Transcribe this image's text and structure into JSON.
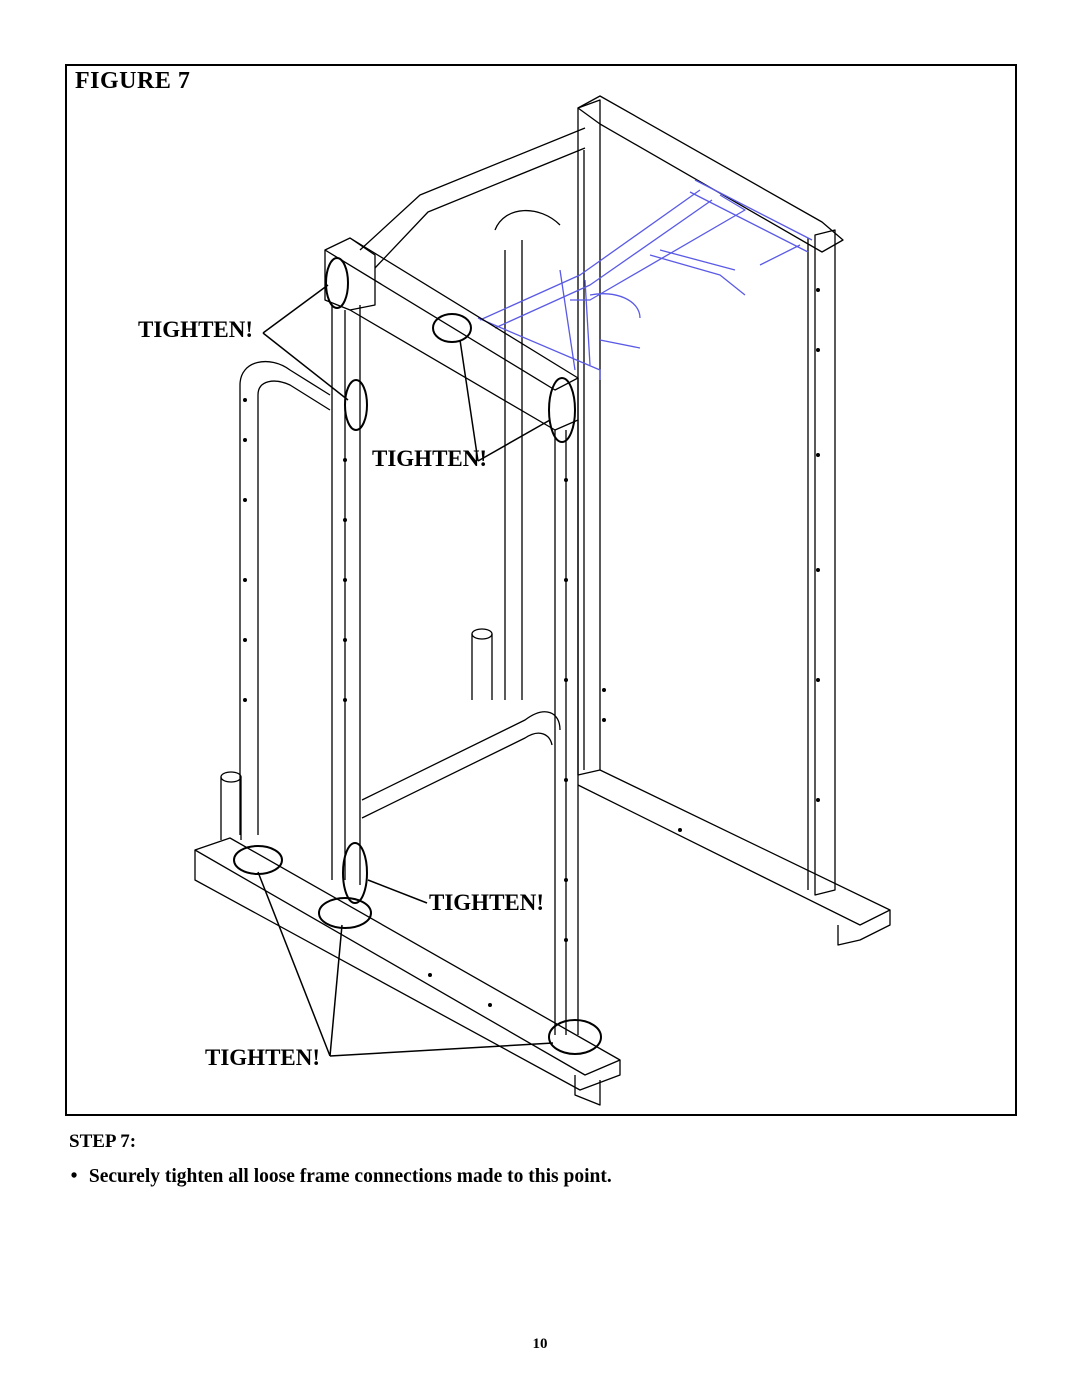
{
  "figure": {
    "title": "FIGURE 7",
    "callouts": [
      "TIGHTEN!",
      "TIGHTEN!",
      "TIGHTEN!",
      "TIGHTEN!"
    ]
  },
  "step": {
    "label": "STEP 7:",
    "bullet": "•",
    "instruction": "Securely tighten all loose frame connections made to this point."
  },
  "page_number": "10",
  "colors": {
    "line": "#000000",
    "accent_line": "#5a5ae6"
  }
}
